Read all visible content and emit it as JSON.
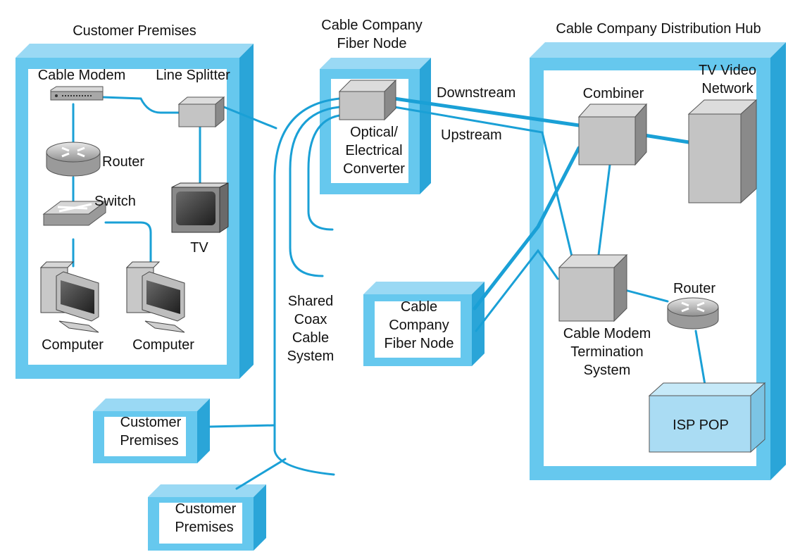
{
  "colors": {
    "frame": "#66c8ee",
    "frame_dark": "#2aa5d8",
    "cable": "#1aa0d6",
    "device": "#c4c4c4",
    "device_top": "#dcdcdc",
    "device_side": "#8a8a8a",
    "isp_fill": "#aadcf3"
  },
  "labels": {
    "customer_premises_title": "Customer Premises",
    "cable_modem": "Cable Modem",
    "line_splitter": "Line Splitter",
    "router_left": "Router",
    "switch": "Switch",
    "tv": "TV",
    "computer_1": "Computer",
    "computer_2": "Computer",
    "fiber_node_title_1": "Cable Company",
    "fiber_node_title_2": "Fiber Node",
    "converter_1": "Optical/",
    "converter_2": "Electrical",
    "converter_3": "Converter",
    "downstream": "Downstream",
    "upstream": "Upstream",
    "hub_title": "Cable Company Distribution Hub",
    "combiner": "Combiner",
    "tv_video_1": "TV Video",
    "tv_video_2": "Network",
    "cmts_1": "Cable Modem",
    "cmts_2": "Termination",
    "cmts_3": "System",
    "router_right": "Router",
    "isp_pop": "ISP POP",
    "shared_1": "Shared",
    "shared_2": "Coax",
    "shared_3": "Cable",
    "shared_4": "System",
    "fiber_node2_1": "Cable",
    "fiber_node2_2": "Company",
    "fiber_node2_3": "Fiber Node",
    "cust_small1_1": "Customer",
    "cust_small1_2": "Premises",
    "cust_small2_1": "Customer",
    "cust_small2_2": "Premises"
  },
  "icons": [
    "router-icon",
    "switch-icon",
    "cable-modem-icon",
    "tv-icon",
    "computer-icon",
    "box-3d-icon"
  ]
}
